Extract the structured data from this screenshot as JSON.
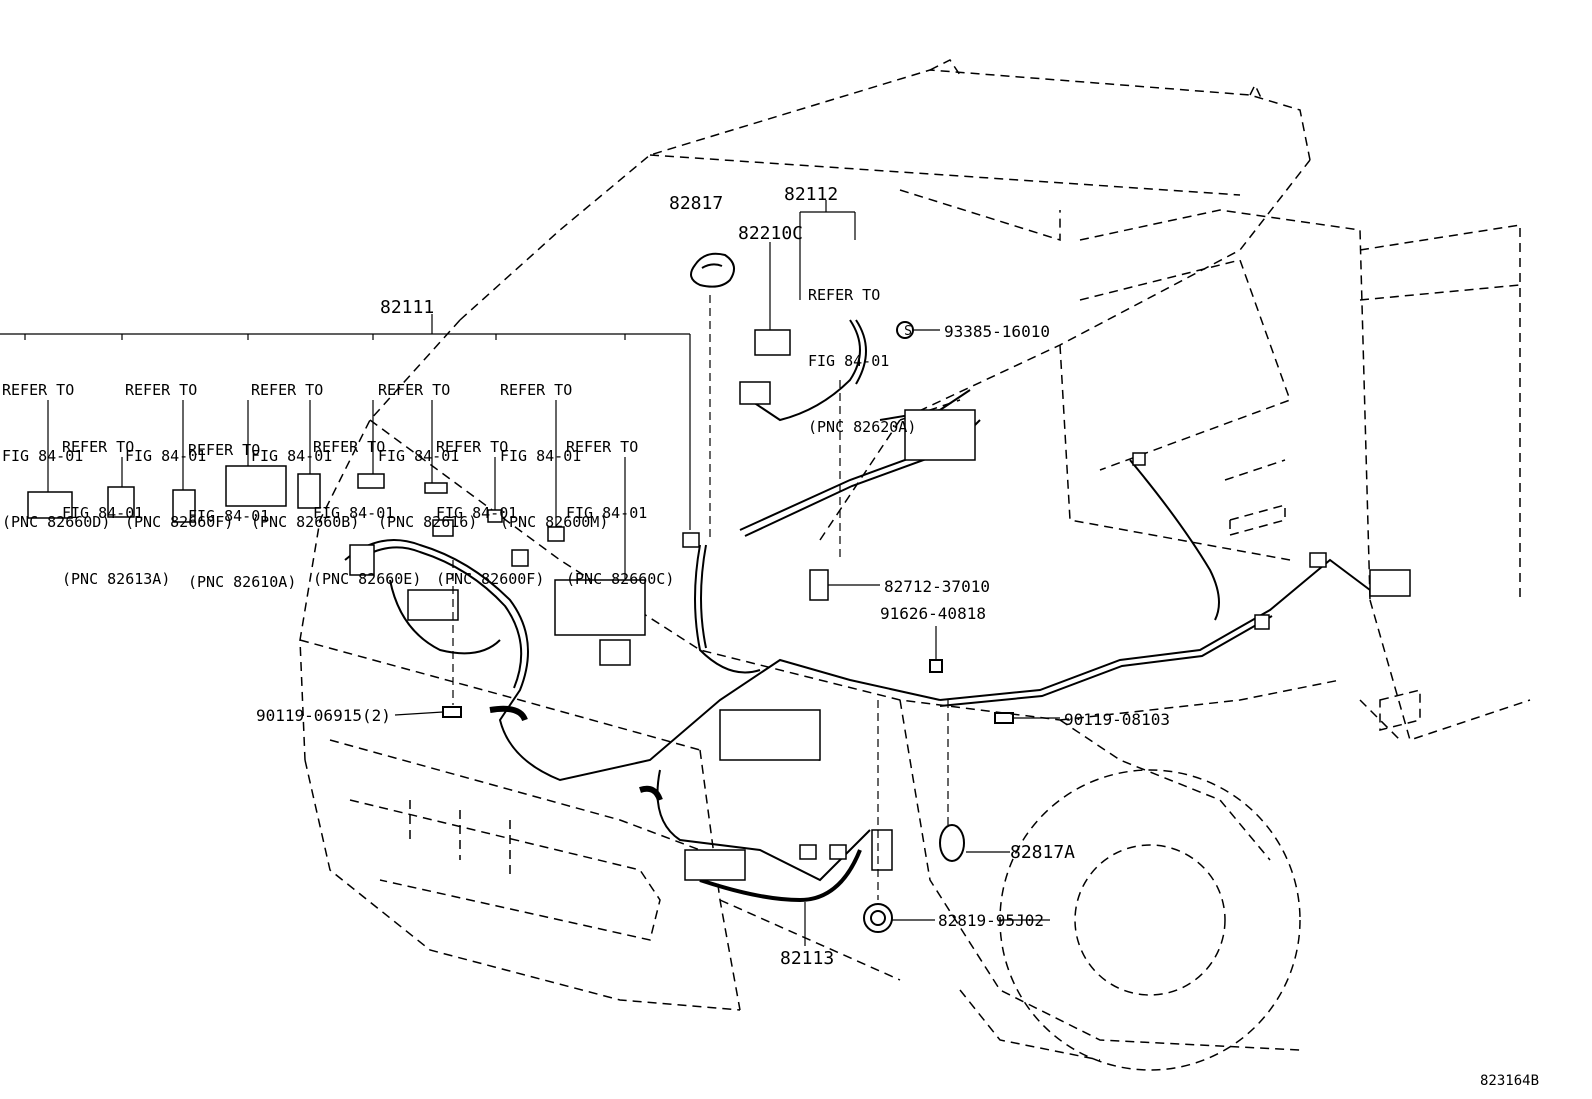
{
  "figure_code": "823164B",
  "parts": {
    "p82111": "82111",
    "p82112": "82112",
    "p82113": "82113",
    "p82817": "82817",
    "p82817A": "82817A",
    "p82210C": "82210C",
    "p93385": "93385-16010",
    "p82712": "82712-37010",
    "p91626": "91626-40818",
    "p90119a": "90119-06915(2)",
    "p90119b": "90119-08103",
    "p82819": "82819-95J02",
    "s_mark": "S"
  },
  "refers": [
    {
      "l1": "REFER TO",
      "l2": "FIG 84-01",
      "l3": "(PNC 82660D)"
    },
    {
      "l1": "REFER TO",
      "l2": "FIG 84-01",
      "l3": "(PNC 82660F)"
    },
    {
      "l1": "REFER TO",
      "l2": "FIG 84-01",
      "l3": "(PNC 82660B)"
    },
    {
      "l1": "REFER TO",
      "l2": "FIG 84-01",
      "l3": "(PNC 82616)"
    },
    {
      "l1": "REFER TO",
      "l2": "FIG 84-01",
      "l3": "(PNC 82600M)"
    },
    {
      "l1": "REFER TO",
      "l2": "FIG 84-01",
      "l3": "(PNC 82613A)"
    },
    {
      "l1": "REFER TO",
      "l2": "FIG 84-01",
      "l3": "(PNC 82610A)"
    },
    {
      "l1": "REFER TO",
      "l2": "FIG 84-01",
      "l3": "(PNC 82660E)"
    },
    {
      "l1": "REFER TO",
      "l2": "FIG 84-01",
      "l3": "(PNC 82600F)"
    },
    {
      "l1": "REFER TO",
      "l2": "FIG 84-01",
      "l3": "(PNC 82660C)"
    },
    {
      "l1": "REFER TO",
      "l2": "FIG 84-01",
      "l3": "(PNC 82620A)"
    }
  ]
}
